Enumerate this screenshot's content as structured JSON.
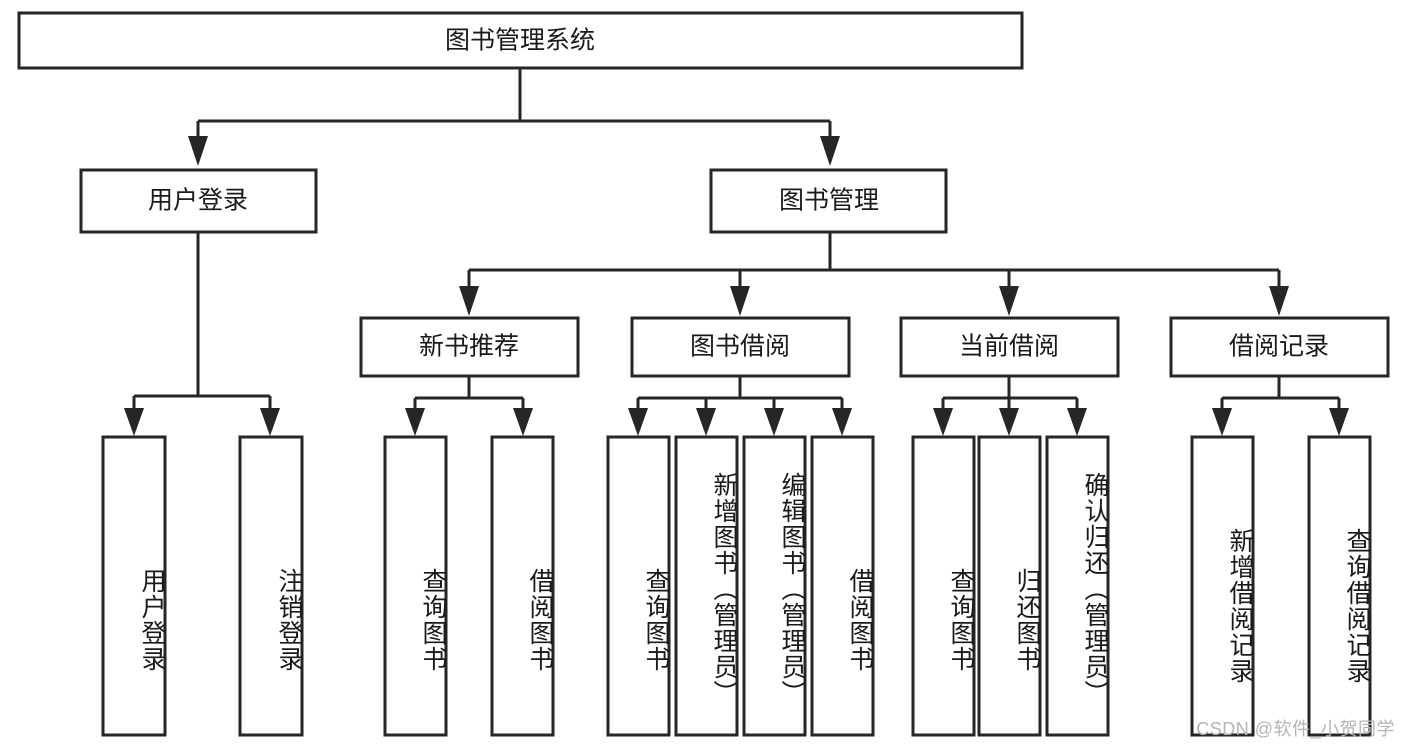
{
  "diagram": {
    "title_node": {
      "label": "图书管理系统"
    },
    "level2": [
      {
        "id": "user-login",
        "label": "用户登录"
      },
      {
        "id": "book-management",
        "label": "图书管理"
      }
    ],
    "level3": [
      {
        "id": "new-book-recommend",
        "label": "新书推荐"
      },
      {
        "id": "book-borrow",
        "label": "图书借阅"
      },
      {
        "id": "current-borrow",
        "label": "当前借阅"
      },
      {
        "id": "borrow-record",
        "label": "借阅记录"
      }
    ],
    "leaves": [
      {
        "id": "leaf-user-login",
        "label": "用户登录",
        "parent": "user-login"
      },
      {
        "id": "leaf-logout-login",
        "label": "注销登录",
        "parent": "user-login"
      },
      {
        "id": "leaf-query-book-1",
        "label": "查询图书",
        "parent": "new-book-recommend"
      },
      {
        "id": "leaf-borrow-book-1",
        "label": "借阅图书",
        "parent": "new-book-recommend"
      },
      {
        "id": "leaf-query-book-2",
        "label": "查询图书",
        "parent": "book-borrow"
      },
      {
        "id": "leaf-add-book",
        "label": "新增图书（管理员）",
        "parent": "book-borrow"
      },
      {
        "id": "leaf-edit-book",
        "label": "编辑图书（管理员）",
        "parent": "book-borrow"
      },
      {
        "id": "leaf-borrow-book-2",
        "label": "借阅图书",
        "parent": "book-borrow"
      },
      {
        "id": "leaf-query-book-3",
        "label": "查询图书",
        "parent": "current-borrow"
      },
      {
        "id": "leaf-return-book",
        "label": "归还图书",
        "parent": "current-borrow"
      },
      {
        "id": "leaf-confirm-return",
        "label": "确认归还（管理员）",
        "parent": "current-borrow"
      },
      {
        "id": "leaf-add-record",
        "label": "新增借阅记录",
        "parent": "borrow-record"
      },
      {
        "id": "leaf-query-record",
        "label": "查询借阅记录",
        "parent": "borrow-record"
      }
    ],
    "watermark": "CSDN @软件_小贺同学",
    "colors": {
      "stroke": "#262626",
      "fill": "#ffffff",
      "text": "#1a1a1a",
      "watermark": "#b4b4b4"
    }
  }
}
